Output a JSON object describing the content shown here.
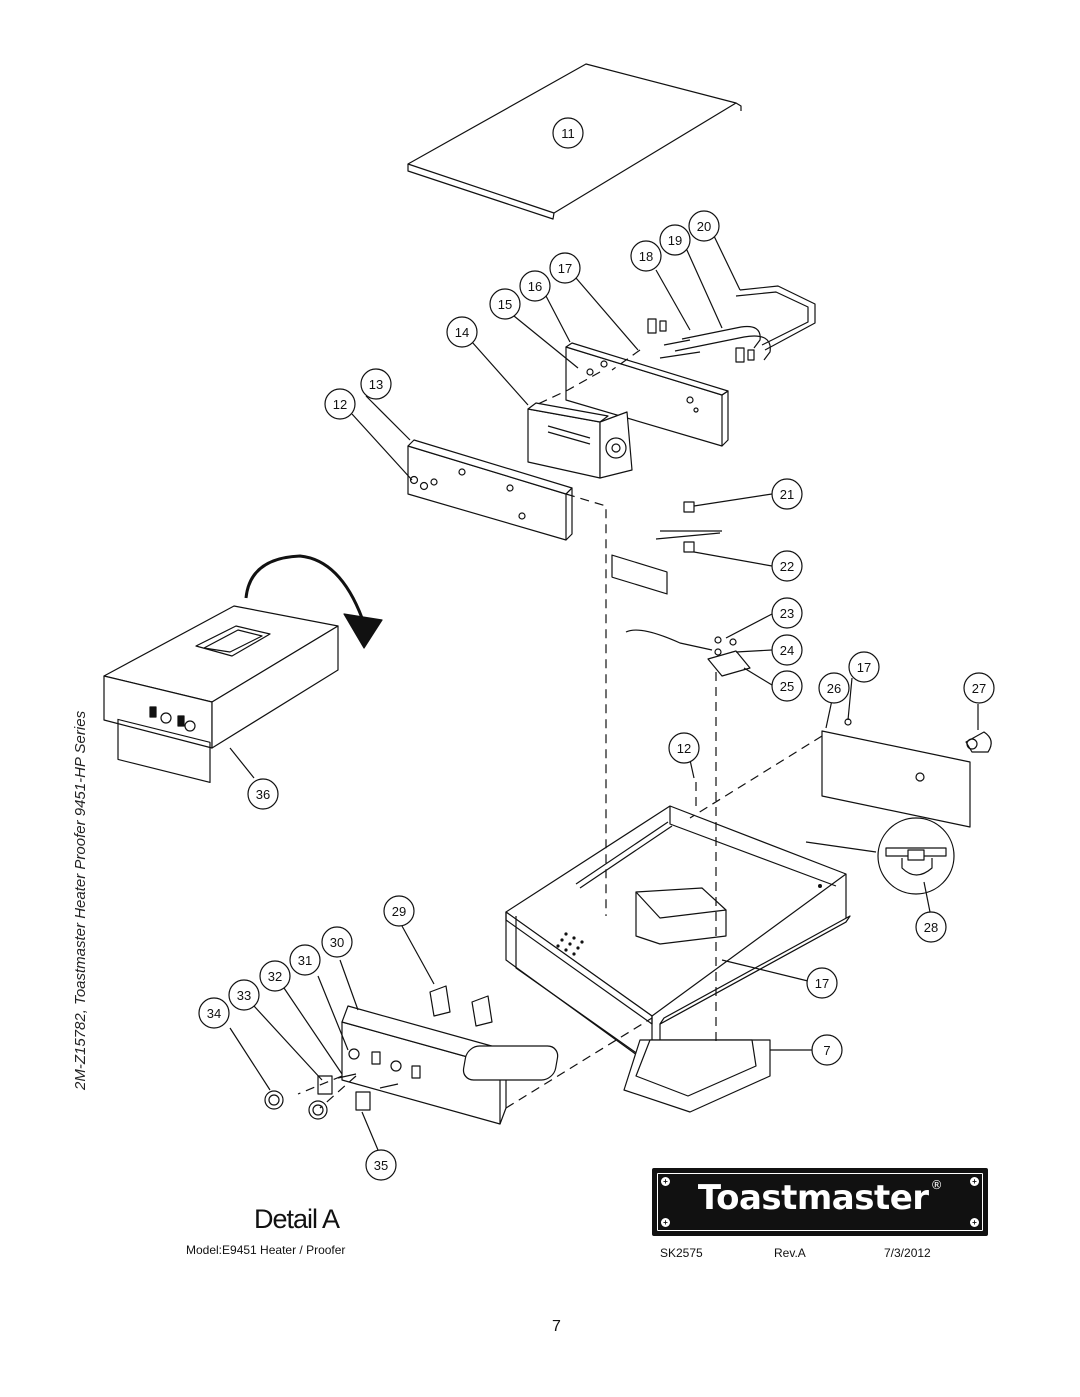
{
  "document": {
    "side_title": "2M-Z15782, Toastmaster Heater Proofer 9451-HP Series",
    "detail_label": "Detail A",
    "model_line": "Model:E9451 Heater / Proofer",
    "sheet_number": "SK2575",
    "revision": "Rev.A",
    "date": "7/3/2012",
    "page_number": "7"
  },
  "logo": {
    "text": "Toastmaster",
    "registered_mark": "®"
  },
  "part_callouts": [
    "11",
    "20",
    "19",
    "18",
    "17",
    "16",
    "15",
    "14",
    "13",
    "12",
    "21",
    "22",
    "23",
    "24",
    "17",
    "25",
    "26",
    "27",
    "12",
    "36",
    "28",
    "29",
    "30",
    "31",
    "32",
    "33",
    "34",
    "17",
    "7",
    "35"
  ]
}
